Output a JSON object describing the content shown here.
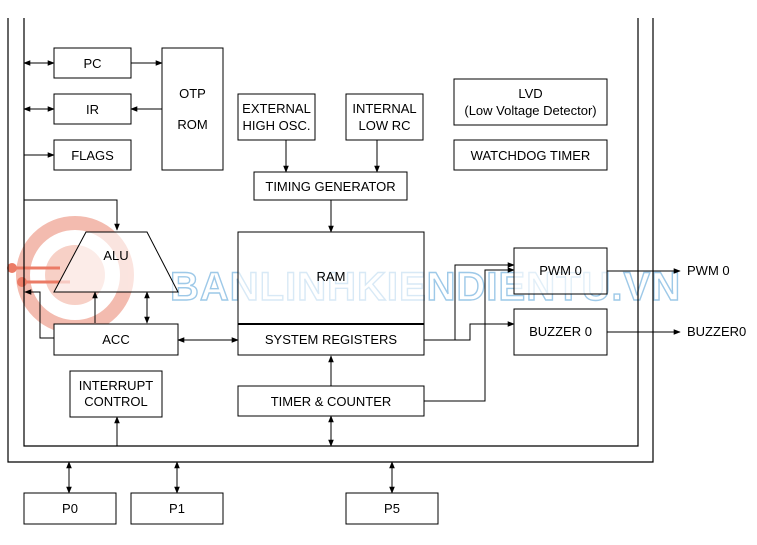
{
  "blocks": {
    "pc": "PC",
    "ir": "IR",
    "flags": "FLAGS",
    "otp_rom": [
      "OTP",
      "ROM"
    ],
    "ext_osc": [
      "EXTERNAL",
      "HIGH OSC."
    ],
    "int_rc": [
      "INTERNAL",
      "LOW RC"
    ],
    "lvd": [
      "LVD",
      "(Low Voltage Detector)"
    ],
    "watchdog": "WATCHDOG TIMER",
    "timing_generator": "TIMING GENERATOR",
    "alu": "ALU",
    "ram": "RAM",
    "system_registers": "SYSTEM REGISTERS",
    "acc": "ACC",
    "interrupt_control": [
      "INTERRUPT",
      "CONTROL"
    ],
    "timer_counter": "TIMER & COUNTER",
    "pwm0": "PWM 0",
    "buzzer0": "BUZZER 0",
    "p0": "P0",
    "p1": "P1",
    "p5": "P5"
  },
  "outputs": {
    "pwm0": "PWM 0",
    "buzzer0": "BUZZER0"
  },
  "watermark": {
    "text": "BANLINHKIENDIENTU.VN",
    "color": "#9ec9e8",
    "logo_color": "#e8644c"
  }
}
